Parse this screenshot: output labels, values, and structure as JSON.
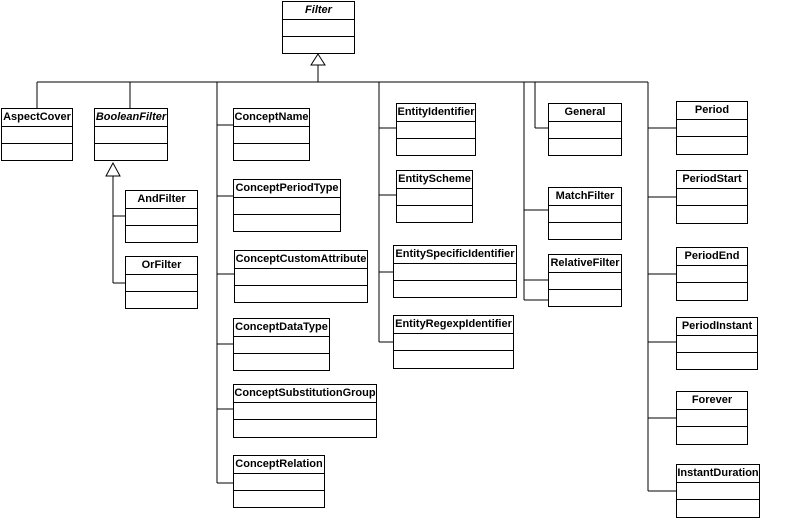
{
  "diagram": {
    "classes": [
      {
        "id": "filter",
        "name": "Filter",
        "abstract": true
      },
      {
        "id": "aspectcover",
        "name": "AspectCover",
        "abstract": false
      },
      {
        "id": "booleanfilter",
        "name": "BooleanFilter",
        "abstract": true
      },
      {
        "id": "andfilter",
        "name": "AndFilter",
        "abstract": false
      },
      {
        "id": "orfilter",
        "name": "OrFilter",
        "abstract": false
      },
      {
        "id": "conceptname",
        "name": "ConceptName",
        "abstract": false
      },
      {
        "id": "conceptperiodtype",
        "name": "ConceptPeriodType",
        "abstract": false
      },
      {
        "id": "conceptcustomattribute",
        "name": "ConceptCustomAttribute",
        "abstract": false
      },
      {
        "id": "conceptdatatype",
        "name": "ConceptDataType",
        "abstract": false
      },
      {
        "id": "conceptsubstitutiongroup",
        "name": "ConceptSubstitutionGroup",
        "abstract": false
      },
      {
        "id": "conceptrelation",
        "name": "ConceptRelation",
        "abstract": false
      },
      {
        "id": "entityidentifier",
        "name": "EntityIdentifier",
        "abstract": false
      },
      {
        "id": "entityscheme",
        "name": "EntityScheme",
        "abstract": false
      },
      {
        "id": "entityspecificidentifier",
        "name": "EntitySpecificIdentifier",
        "abstract": false
      },
      {
        "id": "entityregexpidentifier",
        "name": "EntityRegexpIdentifier",
        "abstract": false
      },
      {
        "id": "general",
        "name": "General",
        "abstract": false
      },
      {
        "id": "matchfilter",
        "name": "MatchFilter",
        "abstract": false
      },
      {
        "id": "relativefilter",
        "name": "RelativeFilter",
        "abstract": false
      },
      {
        "id": "period",
        "name": "Period",
        "abstract": false
      },
      {
        "id": "periodstart",
        "name": "PeriodStart",
        "abstract": false
      },
      {
        "id": "periodend",
        "name": "PeriodEnd",
        "abstract": false
      },
      {
        "id": "periodinstant",
        "name": "PeriodInstant",
        "abstract": false
      },
      {
        "id": "forever",
        "name": "Forever",
        "abstract": false
      },
      {
        "id": "instantduration",
        "name": "InstantDuration",
        "abstract": false
      }
    ],
    "generalizations": [
      {
        "child": "aspectcover",
        "parent": "filter"
      },
      {
        "child": "booleanfilter",
        "parent": "filter"
      },
      {
        "child": "andfilter",
        "parent": "booleanfilter"
      },
      {
        "child": "orfilter",
        "parent": "booleanfilter"
      },
      {
        "child": "conceptname",
        "parent": "filter"
      },
      {
        "child": "conceptperiodtype",
        "parent": "filter"
      },
      {
        "child": "conceptcustomattribute",
        "parent": "filter"
      },
      {
        "child": "conceptdatatype",
        "parent": "filter"
      },
      {
        "child": "conceptsubstitutiongroup",
        "parent": "filter"
      },
      {
        "child": "conceptrelation",
        "parent": "filter"
      },
      {
        "child": "entityidentifier",
        "parent": "filter"
      },
      {
        "child": "entityscheme",
        "parent": "filter"
      },
      {
        "child": "entityspecificidentifier",
        "parent": "filter"
      },
      {
        "child": "entityregexpidentifier",
        "parent": "filter"
      },
      {
        "child": "general",
        "parent": "filter"
      },
      {
        "child": "matchfilter",
        "parent": "filter"
      },
      {
        "child": "relativefilter",
        "parent": "filter"
      },
      {
        "child": "period",
        "parent": "filter"
      },
      {
        "child": "periodstart",
        "parent": "filter"
      },
      {
        "child": "periodend",
        "parent": "filter"
      },
      {
        "child": "periodinstant",
        "parent": "filter"
      },
      {
        "child": "forever",
        "parent": "filter"
      },
      {
        "child": "instantduration",
        "parent": "filter"
      }
    ]
  }
}
